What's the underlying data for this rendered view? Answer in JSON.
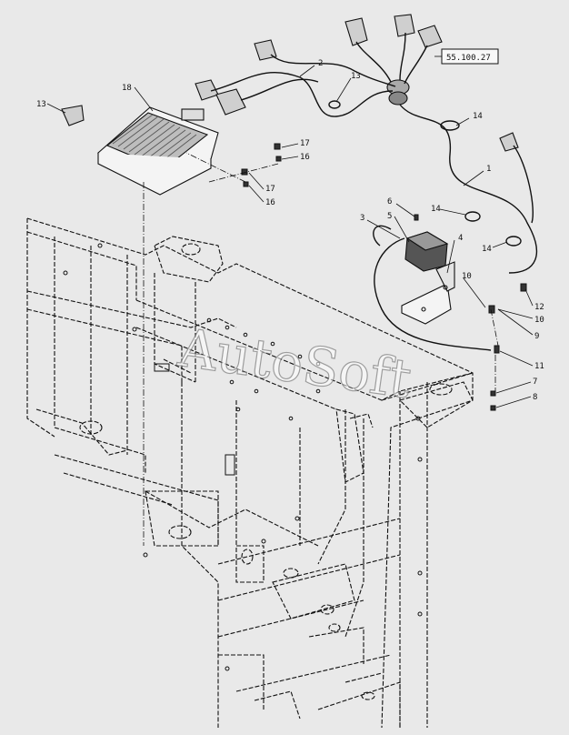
{
  "watermark": "AutoSoft",
  "reference_box": "55.100.27",
  "callouts": {
    "c1": "1",
    "c2": "2",
    "c3": "3",
    "c4": "4",
    "c5": "5",
    "c6": "6",
    "c7": "7",
    "c8": "8",
    "c9": "9",
    "c10a": "10",
    "c10b": "10",
    "c11": "11",
    "c12": "12",
    "c13a": "13",
    "c13b": "13",
    "c14a": "14",
    "c14b": "14",
    "c14c": "14",
    "c16a": "16",
    "c16b": "16",
    "c17a": "17",
    "c17b": "17",
    "c18": "18"
  }
}
